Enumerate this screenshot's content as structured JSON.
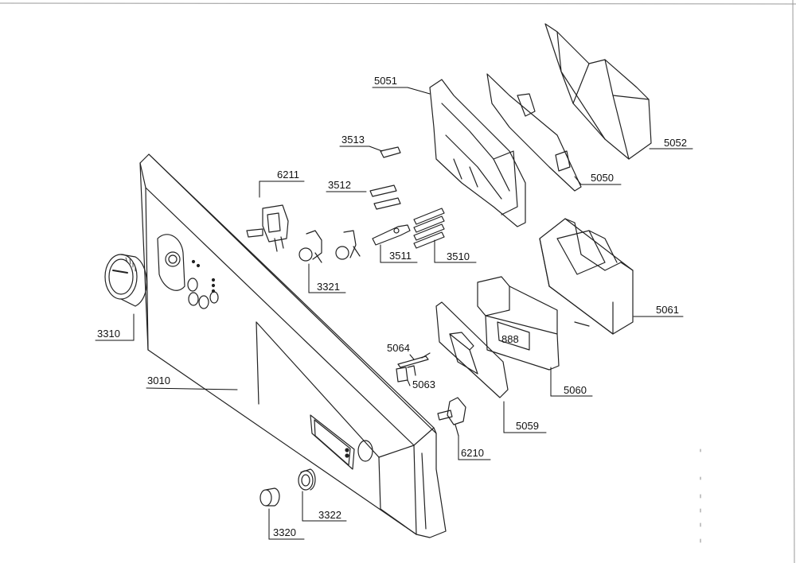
{
  "diagram": {
    "callouts": {
      "c3010": "3010",
      "c3310": "3310",
      "c3320": "3320",
      "c3322": "3322",
      "c3321": "3321",
      "c6211": "6211",
      "c3513": "3513",
      "c3512": "3512",
      "c3511": "3511",
      "c3510": "3510",
      "c5051": "5051",
      "c5050": "5050",
      "c5052": "5052",
      "c5061": "5061",
      "c5060": "5060",
      "c5064": "5064",
      "c5063": "5063",
      "c5059": "5059",
      "c6210": "6210"
    },
    "display_digits": "888"
  }
}
